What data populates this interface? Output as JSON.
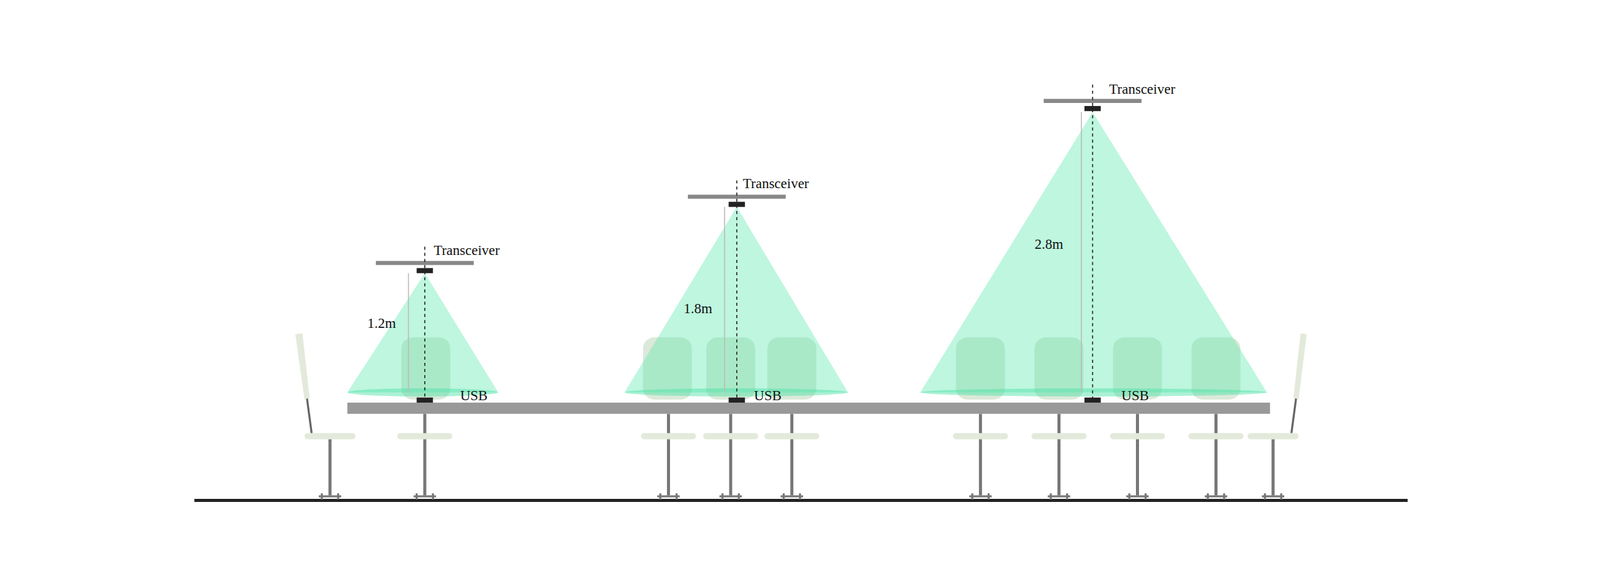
{
  "diagram": {
    "labels": [
      "Transceiver",
      "1.2m",
      "USB",
      "Transceiver",
      "1.8m",
      "USB",
      "Transceiver",
      "2.8m",
      "USB"
    ]
  }
}
